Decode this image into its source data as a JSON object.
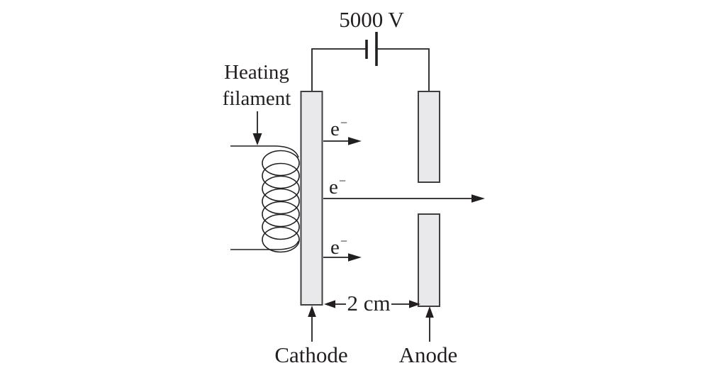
{
  "labels": {
    "voltage": "5000 V",
    "heating_filament_line1": "Heating",
    "heating_filament_line2": "filament",
    "gap": "2 cm",
    "cathode": "Cathode",
    "anode": "Anode"
  },
  "electron_labels": [
    {
      "base": "e",
      "charge": "−"
    },
    {
      "base": "e",
      "charge": "−"
    },
    {
      "base": "e",
      "charge": "−"
    }
  ],
  "colors": {
    "background": "#ffffff",
    "line": "#231f20",
    "plate_fill": "#e9e9eb",
    "plate_stroke": "#3f3f41"
  },
  "icons": {
    "battery": "battery-icon",
    "coil": "filament-coil-icon"
  },
  "coil": {
    "loops": 7
  }
}
